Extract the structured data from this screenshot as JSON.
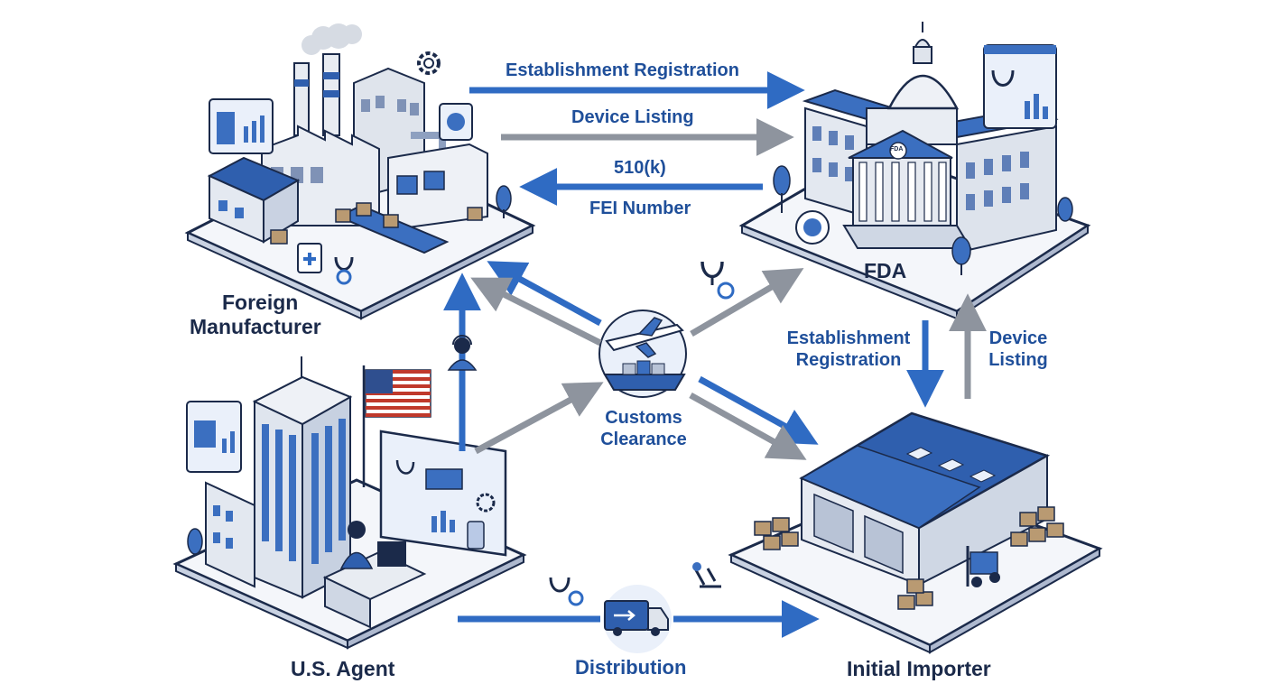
{
  "nodes": {
    "foreign_manufacturer": {
      "line1": "Foreign",
      "line2": "Manufacturer"
    },
    "fda": {
      "label": "FDA"
    },
    "us_agent": {
      "label": "U.S. Agent"
    },
    "initial_importer": {
      "label": "Initial Importer"
    },
    "customs": {
      "line1": "Customs",
      "line2": "Clearance"
    }
  },
  "flows": {
    "establishment_registration_top": "Establishment Registration",
    "device_listing_top": "Device Listing",
    "k510": "510(k)",
    "fei_number": "FEI Number",
    "establishment_registration_right": {
      "line1": "Establishment",
      "line2": "Registration"
    },
    "device_listing_right": {
      "line1": "Device",
      "line2": "Listing"
    },
    "distribution": "Distribution"
  },
  "fda_seal_text": "FDA",
  "colors": {
    "blue_arrow": "#2f6bc3",
    "gray_arrow": "#8e949e",
    "label_dark": "#1b2a4a",
    "label_blue": "#1f4f9a",
    "accent_blue": "#3b6fc0"
  }
}
